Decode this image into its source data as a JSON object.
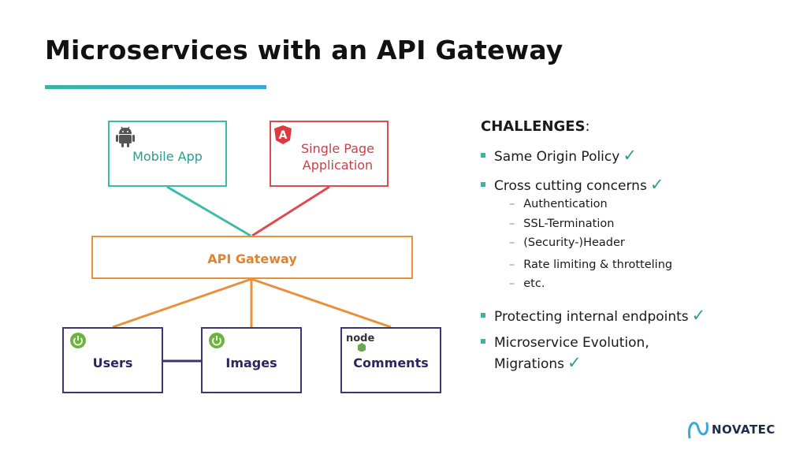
{
  "title": "Microservices with an API Gateway",
  "diagram": {
    "mobile_label": "Mobile App",
    "spa_label_line1": "Single Page",
    "spa_label_line2": "Application",
    "gateway_label": "API Gateway",
    "users_label": "Users",
    "images_label": "Images",
    "comments_label": "Comments",
    "angular_letter": "A",
    "node_label": "node"
  },
  "challenges": {
    "heading": "CHALLENGES",
    "colon": ":",
    "items": [
      {
        "label": "Same Origin Policy",
        "check": "✓"
      },
      {
        "label": "Cross cutting concerns",
        "check": "✓"
      },
      {
        "label": "Protecting internal endpoints",
        "check": "✓"
      },
      {
        "label_line1": "Microservice Evolution,",
        "label_line2": "Migrations",
        "check": "✓"
      }
    ],
    "subitems": [
      "Authentication",
      "SSL-Termination",
      "(Security-)Header",
      "Rate limiting & throtteling",
      "etc."
    ],
    "dash": "–"
  },
  "logo": {
    "text": "NOVATEC"
  },
  "colors": {
    "mobile": "#3dbba8",
    "spa": "#dd4b4f",
    "gateway": "#e8913a",
    "service": "#3d3470",
    "accent": "#3bb3a5"
  }
}
